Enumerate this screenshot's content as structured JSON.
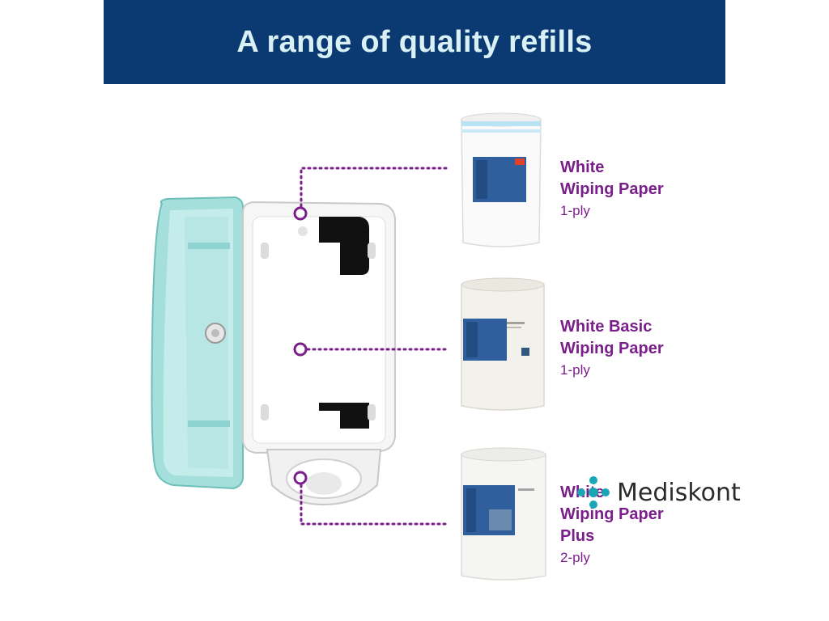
{
  "banner": {
    "title": "A range of quality refills"
  },
  "colors": {
    "banner_bg": "#0b3a73",
    "accent_purple": "#7a1f8a",
    "dispenser_teal": "#8fd3d0",
    "logo_teal": "#1aa6b7"
  },
  "products": [
    {
      "name": "White\nWiping Paper",
      "ply": "1-ply"
    },
    {
      "name": "White Basic\nWiping Paper",
      "ply": "1-ply"
    },
    {
      "name": "White\nWiping Paper\nPlus",
      "ply": "2-ply"
    }
  ],
  "watermark": {
    "text": "Mediskont",
    "icon": "medical-cross-icon"
  }
}
